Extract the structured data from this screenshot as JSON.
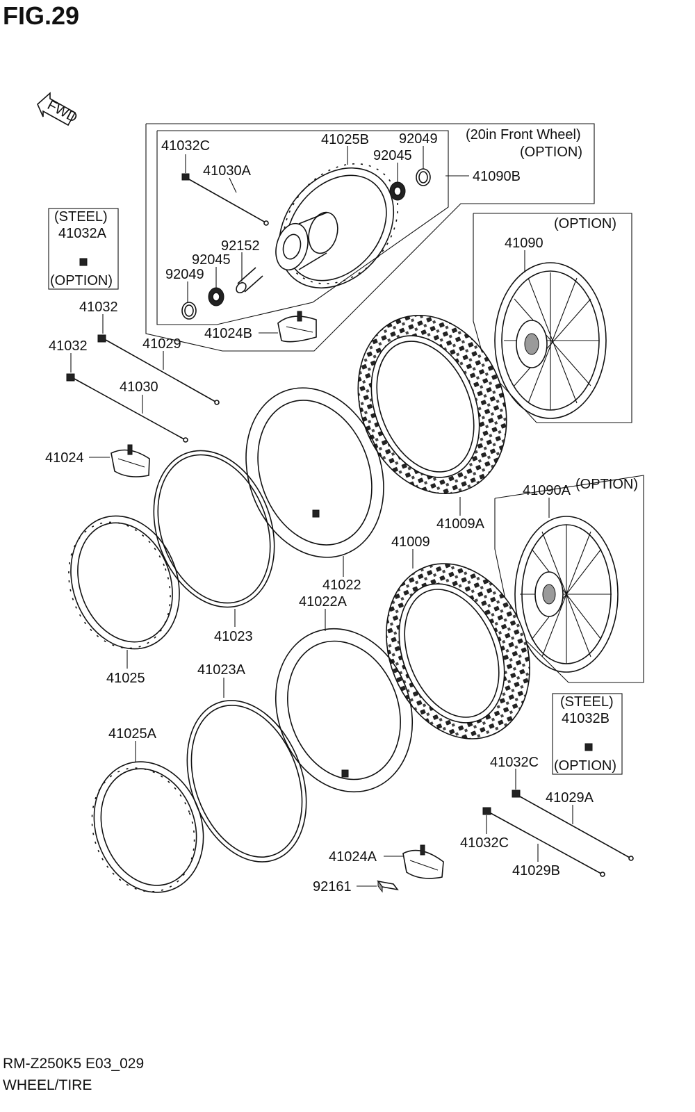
{
  "figure": {
    "title": "FIG.29",
    "model_code": "RM-Z250K5 E03_029",
    "section_name": "WHEEL/TIRE",
    "fwd_label": "FWD"
  },
  "boxes": {
    "front_20in": {
      "line1": "(20in Front Wheel)",
      "line2": "(OPTION)"
    },
    "option_41090": "(OPTION)",
    "option_41090A": "(OPTION)",
    "steel_left": {
      "line1": "(STEEL)",
      "part": "41032A",
      "line3": "(OPTION)"
    },
    "steel_right": {
      "line1": "(STEEL)",
      "part": "41032B",
      "line3": "(OPTION)"
    }
  },
  "parts": {
    "p41032C_top": "41032C",
    "p41030A": "41030A",
    "p41025B": "41025B",
    "p92049_top": "92049",
    "p92045_top": "92045",
    "p41090B": "41090B",
    "p92152": "92152",
    "p92045_bottom": "92045",
    "p92049_bottom": "92049",
    "p41024B": "41024B",
    "p41090": "41090",
    "p41032_a": "41032",
    "p41032_b": "41032",
    "p41029": "41029",
    "p41030": "41030",
    "p41024": "41024",
    "p41009A": "41009A",
    "p41090A": "41090A",
    "p41009": "41009",
    "p41022": "41022",
    "p41022A": "41022A",
    "p41023": "41023",
    "p41025": "41025",
    "p41023A": "41023A",
    "p41025A": "41025A",
    "p41032C_right": "41032C",
    "p41029A": "41029A",
    "p41032C_lower": "41032C",
    "p41029B": "41029B",
    "p41024A": "41024A",
    "p92161": "92161"
  }
}
